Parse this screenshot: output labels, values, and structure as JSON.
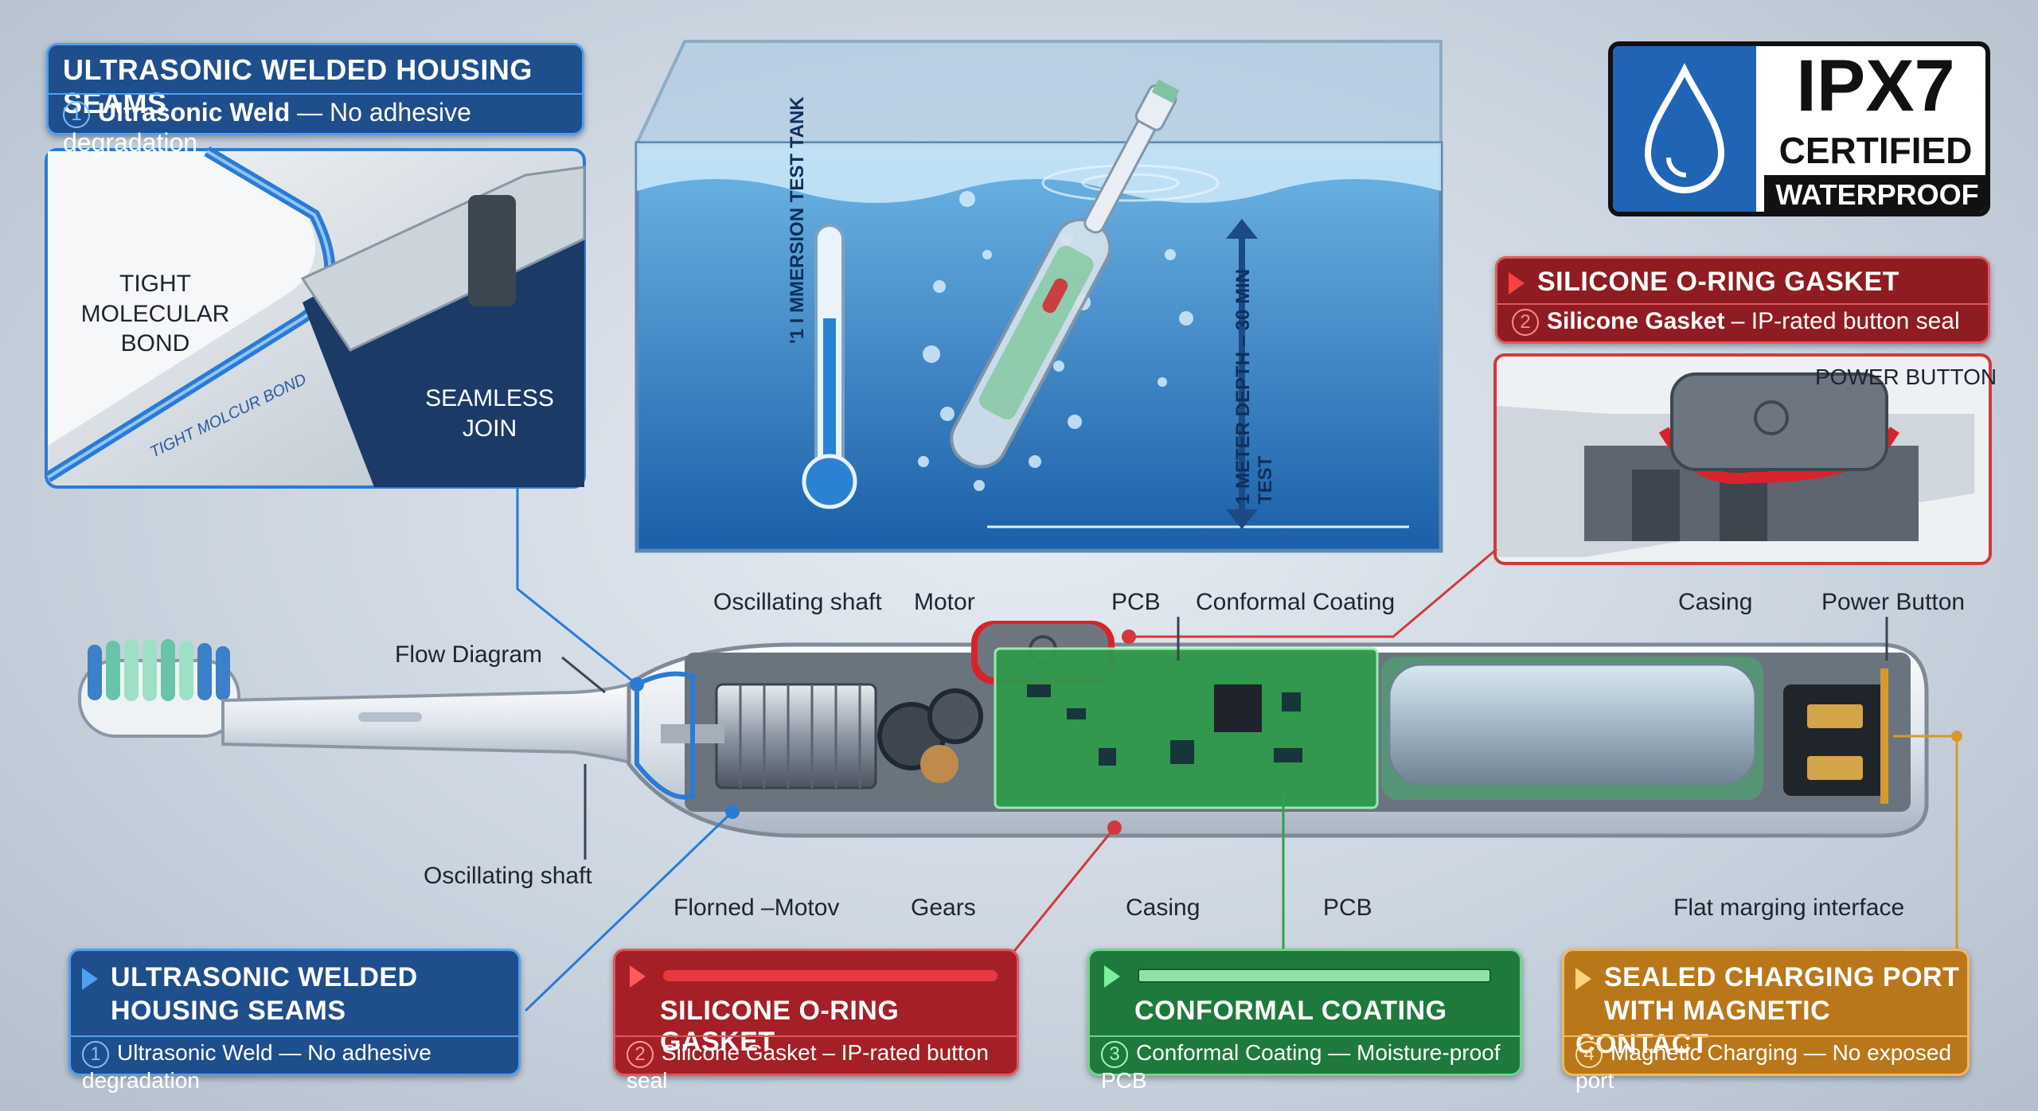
{
  "ipx7": {
    "code": "IPX7",
    "certified": "CERTIFIED",
    "waterproof": "WATERPROOF"
  },
  "top_left": {
    "title": "ULTRASONIC WELDED HOUSING SEAMS",
    "number": "1",
    "bold": "Ultrasonic Weld",
    "rest": " — No adhesive degradation",
    "inset_bond": "TIGHT\nMOLECULAR\nBOND",
    "inset_join": "SEAMLESS\nJOIN",
    "inset_band_text": "TIGHT MOLCUR BOND"
  },
  "top_right": {
    "title": "SILICONE O-RING GASKET",
    "number": "2",
    "bold": "Silicone Gasket",
    "rest": " – IP-rated button seal",
    "inset_label": "POWER BUTTON"
  },
  "tank": {
    "left_text": "'1 I MMERSION TEST TANK",
    "right_text": "1 METER DEPTH – 30 MIN TEST"
  },
  "labels": {
    "oscillating_shaft_top": "Oscillating shaft",
    "motor": "Motor",
    "pcb_top": "PCB",
    "conformal_coating": "Conformal Coating",
    "casing_top": "Casing",
    "power_button": "Power Button",
    "flow_diagram": "Flow Diagram",
    "oscillating_shaft_bottom": "Oscillating shaft",
    "florned_motov": "Florned –Motov",
    "gears": "Gears",
    "casing_bottom": "Casing",
    "pcb_bottom": "PCB",
    "flat_interface": "Flat marging interface"
  },
  "bottom_cards": [
    {
      "title1": "ULTRASONIC WELDED",
      "title2": "HOUSING SEAMS",
      "number": "1",
      "sub": "Ultrasonic Weld — No adhesive degradation",
      "color": "#1f4e8c"
    },
    {
      "title1": "",
      "title2": "SILICONE O-RING GASKET",
      "number": "2",
      "sub": "Silicone Gasket – IP-rated button seal",
      "color": "#b4232a"
    },
    {
      "title1": "",
      "title2": "CONFORMAL COATING",
      "number": "3",
      "sub": "Conformal Coating — Moisture-proof PCB",
      "color": "#1e7a3c"
    },
    {
      "title1": "SEALED CHARGING PORT",
      "title2": "WITH MAGNETIC CONTACT",
      "number": "4",
      "sub": "Magnetic Charging — No exposed port",
      "color": "#b9771a"
    }
  ],
  "colors": {
    "blue": "#1f4e8c",
    "red": "#b4232a",
    "green": "#1e7a3c",
    "orange": "#b9771a",
    "water": "#2b7cc4"
  }
}
